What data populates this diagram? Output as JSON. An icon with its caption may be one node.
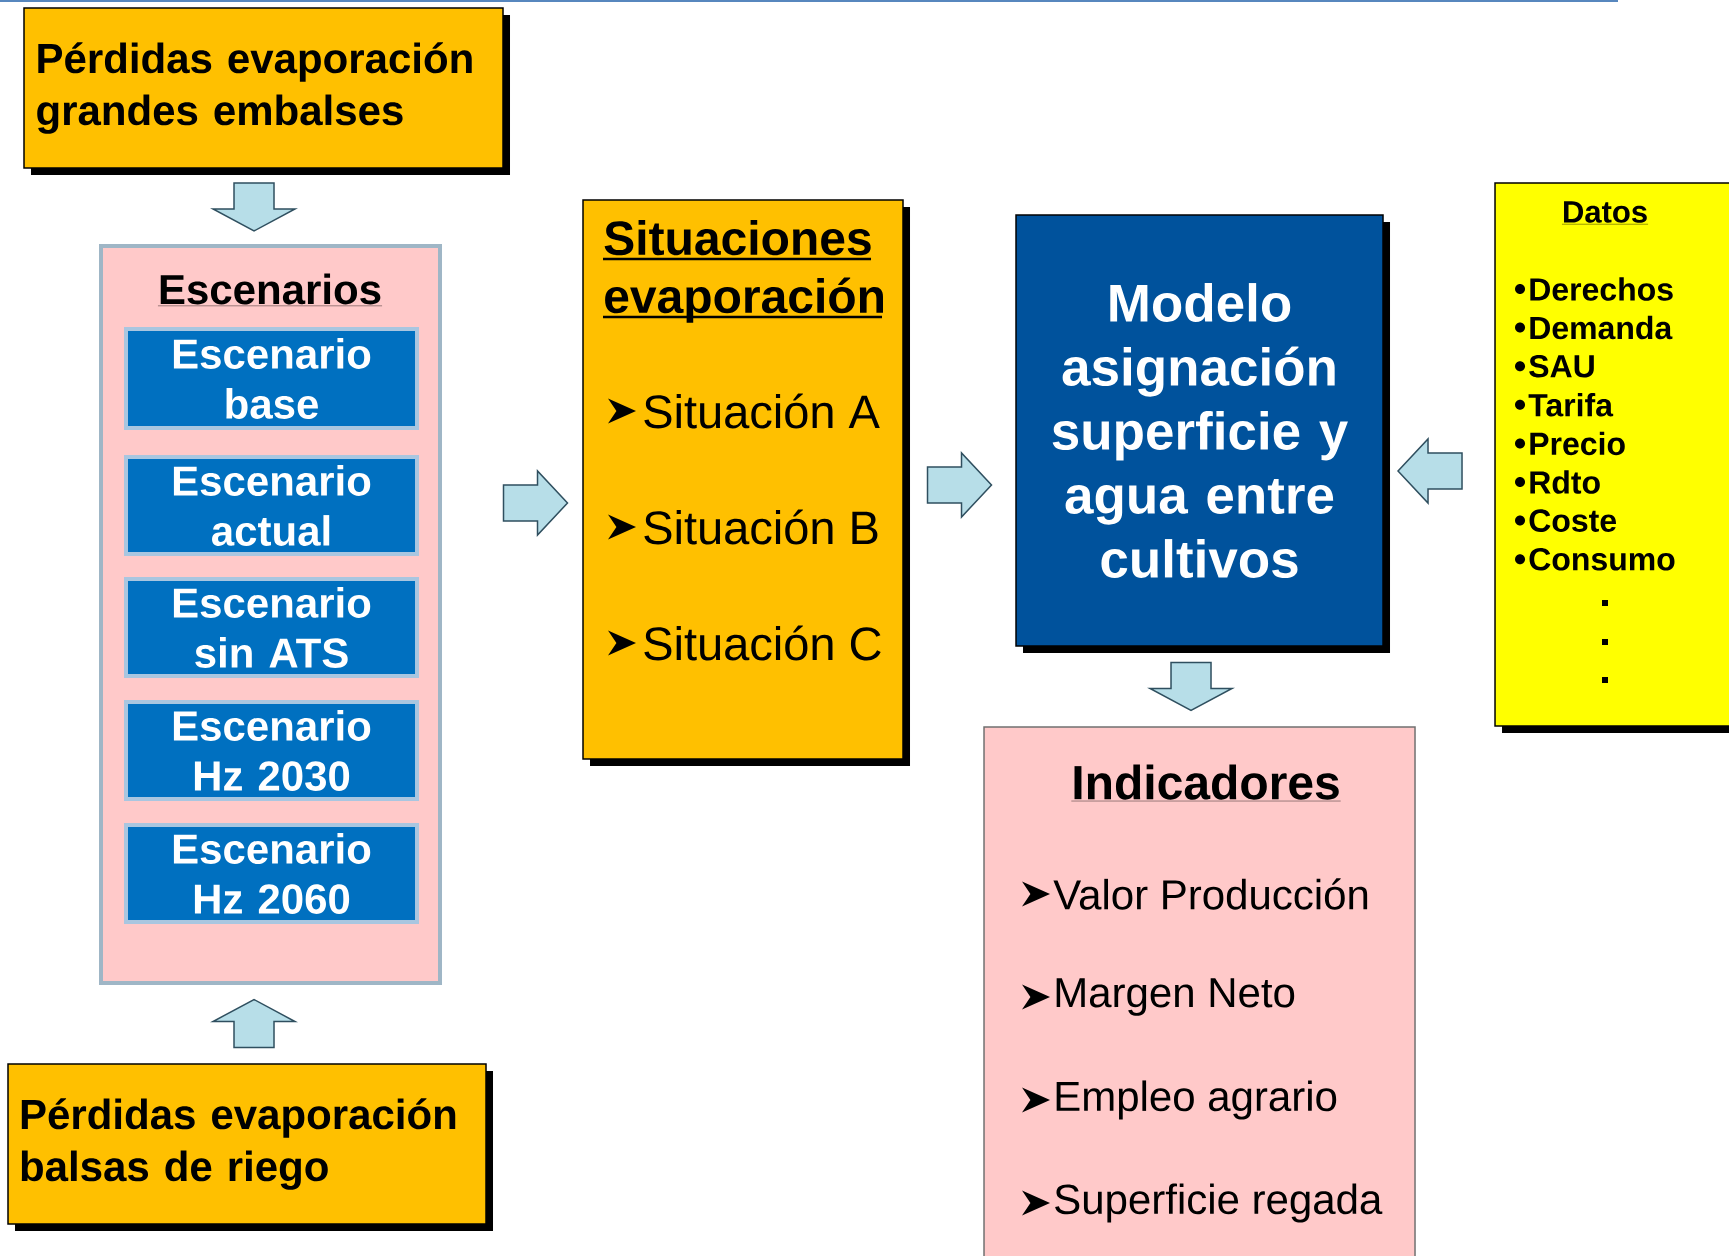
{
  "diagram": {
    "nodes": [
      {
        "text": [
          "Pérdidas evaporación grandes embalses"
        ]
      },
      {
        "text": [
          "Escenarios"
        ]
      },
      {
        "text": [
          "Escenario base"
        ],
        "in": 1
      },
      {
        "text": [
          "Escenario actual"
        ],
        "in": 1
      },
      {
        "text": [
          "Escenario sin ATS"
        ],
        "in": 1
      },
      {
        "text": [
          "Escenario Hz 2030"
        ],
        "in": 1
      },
      {
        "text": [
          "Escenario Hz 2060"
        ],
        "in": 1
      },
      {
        "text": [
          "Pérdidas evaporación balsas de riego"
        ]
      },
      {
        "text": [
          "Situaciones evaporación",
          "Situación A",
          "Situación B",
          "Situación C"
        ]
      },
      {
        "text": [
          "Modelo asignación superficie y agua entre cultivos"
        ]
      },
      {
        "text": [
          "Datos",
          "Derechos",
          "Demanda",
          "SAU",
          "Tarifa",
          "Precio",
          "Rdto",
          "Coste",
          "Consumo"
        ]
      },
      {
        "text": [
          "Indicadores",
          "Valor Producción",
          "Margen Neto",
          "Empleo agrario",
          "Superficie regada"
        ]
      }
    ],
    "edges": [
      {
        "from": 0,
        "to": 1,
        "arrow": "to"
      },
      {
        "from": 7,
        "to": 1,
        "arrow": "to"
      },
      {
        "from": 1,
        "to": 8,
        "arrow": "to"
      },
      {
        "from": 8,
        "to": 9,
        "arrow": "to"
      },
      {
        "from": 10,
        "to": 9,
        "arrow": "to"
      },
      {
        "from": 9,
        "to": 11,
        "arrow": "to"
      }
    ]
  }
}
